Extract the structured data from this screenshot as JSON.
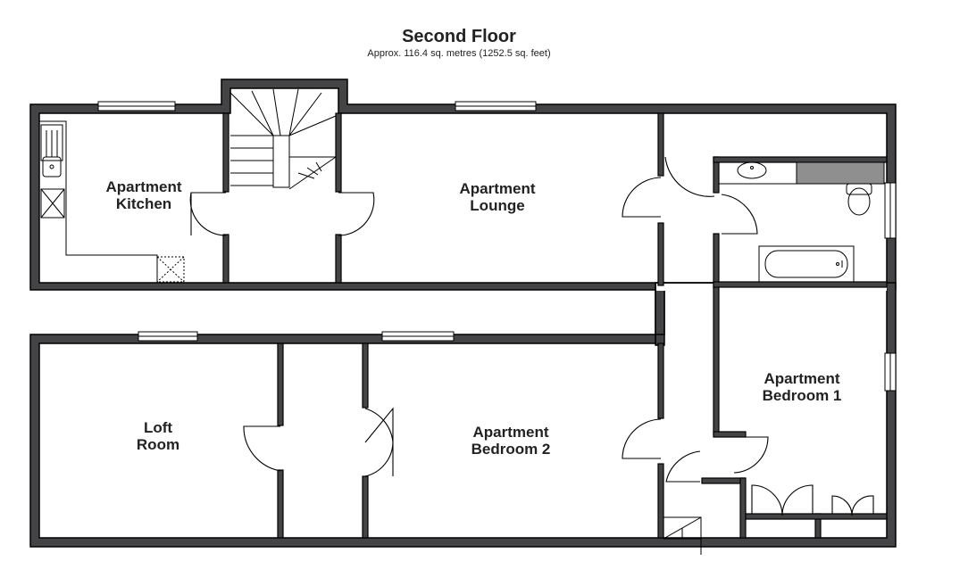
{
  "header": {
    "title": "Second Floor",
    "subtitle": "Approx. 116.4 sq. metres (1252.5 sq. feet)"
  },
  "rooms": {
    "kitchen": [
      "Apartment",
      "Kitchen"
    ],
    "lounge": [
      "Apartment",
      "Lounge"
    ],
    "loft": [
      "Loft",
      "Room"
    ],
    "bedroom2": [
      "Apartment",
      "Bedroom 2"
    ],
    "bedroom1": [
      "Apartment",
      "Bedroom 1"
    ]
  },
  "colors": {
    "wall": "#444447",
    "bath_panel": "#8f8f8f",
    "text": "#222222"
  }
}
